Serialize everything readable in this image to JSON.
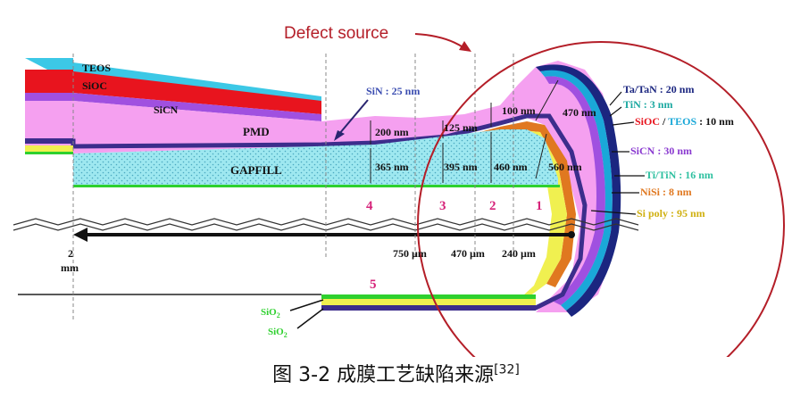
{
  "annotation": {
    "defect_source": "Defect source"
  },
  "layers": {
    "teos": "TEOS",
    "sioc": "SiOC",
    "sicn": "SiCN",
    "pmd": "PMD",
    "gapfill": "GAPFILL"
  },
  "sin_label": "SiN : 25 nm",
  "thickness": {
    "pmd_4": "200 nm",
    "pmd_3": "125 nm",
    "pmd_2": "100 nm",
    "pmd_1": "470 nm",
    "gap_4": "365 nm",
    "gap_3": "395 nm",
    "gap_2": "460 nm",
    "gap_1": "560 nm"
  },
  "zones": [
    "4",
    "3",
    "2",
    "1",
    "5"
  ],
  "distances": {
    "left_value": "2",
    "left_unit": "mm",
    "d750": "750 µm",
    "d470": "470 µm",
    "d240": "240 µm"
  },
  "right_labels": {
    "tatan": "Ta/TaN : 20 nm",
    "tin": "TiN : 3 nm",
    "sioc_part": "SiOC",
    "slash": " / ",
    "teos_part": "TEOS",
    "teos_value": " : 10 nm",
    "sicn": "SiCN : 30 nm",
    "titin": "Ti/TiN : 16 nm",
    "nisi": "NiSi : 8 nm",
    "sipoly": "Si poly : 95 nm"
  },
  "sio2": {
    "base": "SiO",
    "sub": "2"
  },
  "caption": {
    "text": "图 3-2 成膜工艺缺陷来源",
    "ref": "[32]"
  },
  "colors": {
    "teos": "#3cc8e6",
    "sioc": "#e8141e",
    "sicn": "#a050e0",
    "pmd": "#f5a0f0",
    "gapfill": "#9ee8f0",
    "sin": "#3c2d8c",
    "yellow": "#f0f050",
    "green": "#2ed02e",
    "circle": "#b41e28",
    "orange": "#e07820"
  }
}
